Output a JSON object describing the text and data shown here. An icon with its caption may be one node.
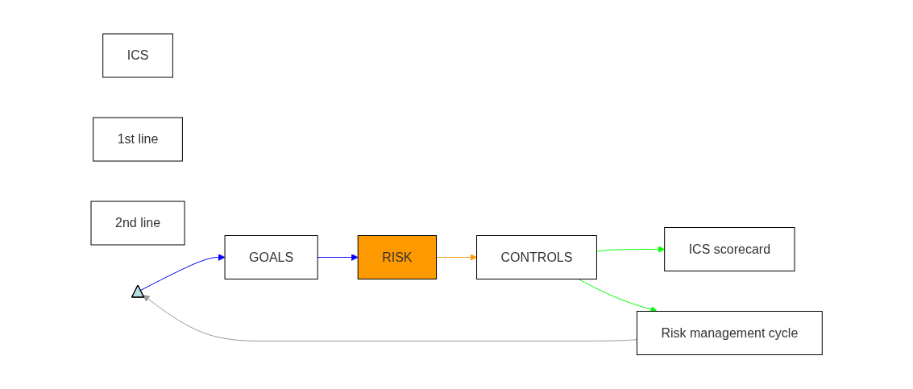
{
  "diagram": {
    "nodes": [
      {
        "text": [
          "ICS"
        ]
      },
      {
        "text": [
          "1st line"
        ]
      },
      {
        "text": [
          "2nd line"
        ]
      },
      {
        "text": [],
        "shape": "picture"
      },
      {
        "text": [
          "GOALS"
        ]
      },
      {
        "text": [
          "RISK"
        ]
      },
      {
        "text": [
          "CONTROLS"
        ]
      },
      {
        "text": [
          "ICS scorecard"
        ]
      },
      {
        "text": [
          "Risk management cycle"
        ]
      }
    ],
    "edges": [
      {
        "from": 3,
        "to": 4,
        "arrow": "to",
        "color": "#0000ff"
      },
      {
        "from": 4,
        "to": 5,
        "arrow": "to",
        "color": "#0000ff"
      },
      {
        "from": 5,
        "to": 6,
        "arrow": "to",
        "color": "#ff9900"
      },
      {
        "from": 6,
        "to": 7,
        "arrow": "to",
        "color": "#00ff00"
      },
      {
        "from": 6,
        "to": 8,
        "arrow": "to",
        "color": "#00ff00"
      },
      {
        "from": 8,
        "to": 3,
        "arrow": "to",
        "color": "#999999"
      }
    ]
  }
}
